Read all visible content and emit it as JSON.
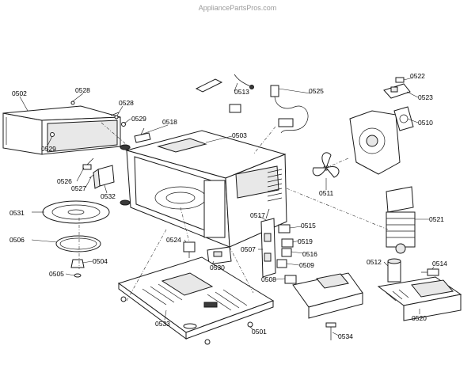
{
  "watermark": "AppliancePartsPros.com",
  "labels": {
    "p0502": "0502",
    "p0528a": "0528",
    "p0528b": "0528",
    "p0529a": "0529",
    "p0529b": "0529",
    "p0526": "0526",
    "p0527": "0527",
    "p0532": "0532",
    "p0518": "0518",
    "p0503": "0503",
    "p0513": "0513",
    "p0525": "0525",
    "p0522": "0522",
    "p0523": "0523",
    "p0510": "0510",
    "p0511": "0511",
    "p0521": "0521",
    "p0531": "0531",
    "p0506": "0506",
    "p0504": "0504",
    "p0505": "0505",
    "p0524": "0524",
    "p0530": "0530",
    "p0517": "0517",
    "p0515": "0515",
    "p0519": "0519",
    "p0507": "0507",
    "p0516": "0516",
    "p0509": "0509",
    "p0508": "0508",
    "p0512": "0512",
    "p0514": "0514",
    "p0520": "0520",
    "p0533": "0533",
    "p0501": "0501",
    "p0534": "0534"
  }
}
